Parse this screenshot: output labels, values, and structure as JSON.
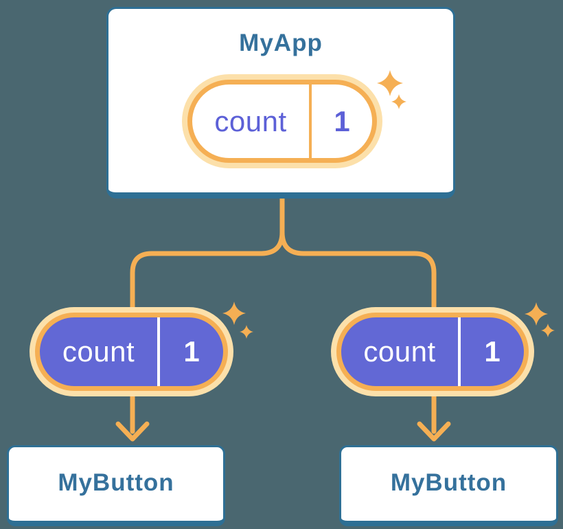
{
  "diagram": {
    "root": {
      "title": "MyApp",
      "state": {
        "name": "count",
        "value": "1"
      }
    },
    "children": [
      {
        "title": "MyButton",
        "state": {
          "name": "count",
          "value": "1"
        }
      },
      {
        "title": "MyButton",
        "state": {
          "name": "count",
          "value": "1"
        }
      }
    ]
  },
  "colors": {
    "bg": "#4A6770",
    "blue": "#2E6F94",
    "blue_text": "#35719C",
    "orange": "#F5AF54",
    "halo": "#FCE0AA",
    "purple": "#6268D5",
    "purple_text": "#5C60D7",
    "card_bg": "#FFFFFF",
    "pill_text_light": "#FFFFFF"
  }
}
